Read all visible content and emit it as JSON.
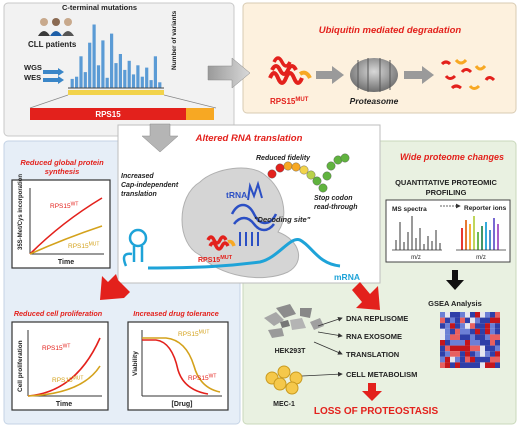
{
  "colors": {
    "red": "#e3211c",
    "orange": "#f7a823",
    "blue": "#3a86c8",
    "cyan": "#1ea3d8",
    "green": "#60b33e",
    "panel_gray": "#f2f2f2",
    "panel_peach": "#fdf1de",
    "panel_lightblue": "#e6eef7",
    "panel_lightgreen": "#e9f1e1",
    "panel_center": "#ffffff"
  },
  "top_left": {
    "cll_patients": "CLL patients",
    "c_terminal": "C-terminal mutations",
    "wgs": "WGS",
    "wes": "WES",
    "y_axis": "Number of variants",
    "gene_bar": "RPS15"
  },
  "top_right": {
    "title": "Ubiquitin mediated degradation",
    "mut_label": "RPS15",
    "mut_sup": "MUT",
    "proteasome": "Proteasome"
  },
  "center": {
    "title": "Altered RNA translation",
    "reduced_fidelity": "Reduced fidelity",
    "increased_line1": "Increased",
    "increased_line2": "Cap-independent",
    "increased_line3": "translation",
    "trna": "tRNA",
    "decoding_site": "\"Decoding site\"",
    "stop_line1": "Stop codon",
    "stop_line2": "read-through",
    "mut_label": "RPS15",
    "mut_sup": "MUT",
    "mrna": "mRNA"
  },
  "left": {
    "synthesis_title_line1": "Reduced global protein",
    "synthesis_title_line2": "synthesis",
    "synthesis_ylabel": "35S-Met/Cys incorporation",
    "synthesis_xlabel": "Time",
    "wt_label": "RPS15",
    "wt_sup": "WT",
    "mut_label": "RPS15",
    "mut_sup": "MUT",
    "prolif_title": "Reduced cell proliferation",
    "prolif_ylabel": "Cell proliferation",
    "prolif_xlabel": "Time",
    "drug_title": "Increased drug tolerance",
    "drug_ylabel": "Viability",
    "drug_xlabel": "[Drug]"
  },
  "right": {
    "title": "Wide proteome changes",
    "quant_line1": "QUANTITATIVE PROTEOMIC",
    "quant_line2": "PROFILING",
    "ms_spectra": "MS spectra",
    "reporter_ions": "Reporter ions",
    "mz": "m/z",
    "gsea": "GSEA Analysis"
  },
  "bottom": {
    "hek": "HEK293T",
    "mec": "MEC-1",
    "items": [
      "DNA REPLISOME",
      "RNA EXOSOME",
      "TRANSLATION",
      "CELL METABOLISM"
    ],
    "loss": "LOSS OF PROTEOSTASIS"
  },
  "histogram": {
    "values": [
      8,
      10,
      28,
      14,
      40,
      56,
      20,
      42,
      9,
      48,
      22,
      30,
      16,
      24,
      12,
      20,
      10,
      18,
      7,
      28,
      5
    ],
    "max": 60
  }
}
